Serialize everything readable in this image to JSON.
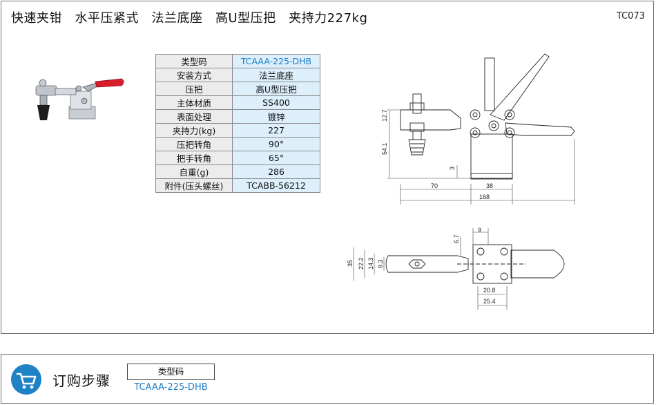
{
  "header": {
    "title": "快速夹钳　水平压紧式　法兰底座　高U型压把　夹持力227kg",
    "product_code": "TC073"
  },
  "specs": [
    {
      "label": "类型码",
      "value": "TCAAA-225-DHB"
    },
    {
      "label": "安装方式",
      "value": "法兰底座"
    },
    {
      "label": "压把",
      "value": "高U型压把"
    },
    {
      "label": "主体材质",
      "value": "SS400"
    },
    {
      "label": "表面处理",
      "value": "镀锌"
    },
    {
      "label": "夹持力(kg)",
      "value": "227"
    },
    {
      "label": "压把转角",
      "value": "90°"
    },
    {
      "label": "把手转角",
      "value": "65°"
    },
    {
      "label": "自重(g)",
      "value": "286"
    },
    {
      "label": "附件(压头螺丝)",
      "value": "TCABB-56212"
    }
  ],
  "dimensions": {
    "side": {
      "d1": "12.7",
      "d2": "54.1",
      "d3": "3",
      "d4": "70",
      "d5": "38",
      "d6": "168"
    },
    "top": {
      "d1": "9",
      "d2": "6.7",
      "d3": "35",
      "d4": "22.2",
      "d5": "14.3",
      "d6": "8.3",
      "d7": "20.8",
      "d8": "25.4"
    }
  },
  "order": {
    "title": "订购步骤",
    "type_label": "类型码",
    "type_value": "TCAAA-225-DHB"
  },
  "colors": {
    "accent": "#1d82c6",
    "key_cell": "#ececec",
    "value_cell": "#dceffa"
  },
  "icons": {
    "order": "cart-icon"
  }
}
